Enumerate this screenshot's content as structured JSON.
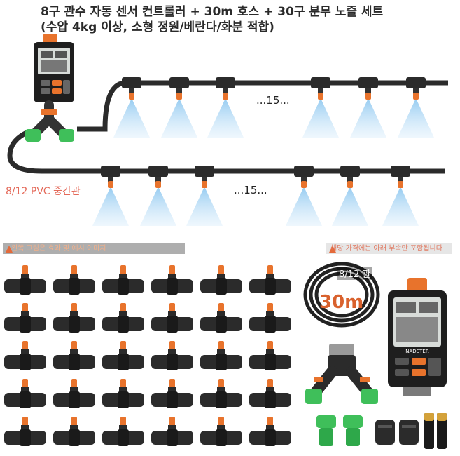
{
  "title": {
    "line1": "8구 관수 자동 센서 컨트롤러 + 30m 호스 + 30구 분무 노즐 세트",
    "line2": "(수압 4kg 이상, 소형 정원/베란다/화분 적합)"
  },
  "diagram": {
    "pvc_label": "8/12 PVC 중간관",
    "ellipsis_top": "...15...",
    "ellipsis_bottom": "...15..."
  },
  "contents": {
    "banner_left": "왼쪽 그림은 효과 및 예시 이미지",
    "banner_right": "해당 가격에는 아래 부속만 포함됩니다",
    "hose_size": "8/12 관",
    "hose_length": "30m",
    "nozzle_grid": {
      "rows": 5,
      "cols": 6
    },
    "brand": "NADSTER"
  },
  "colors": {
    "orange": "#e8732c",
    "hose": "#2b2b2b",
    "mist": "#9fd0f0",
    "green": "#3fbf5a",
    "title": "#2a2a2a"
  }
}
